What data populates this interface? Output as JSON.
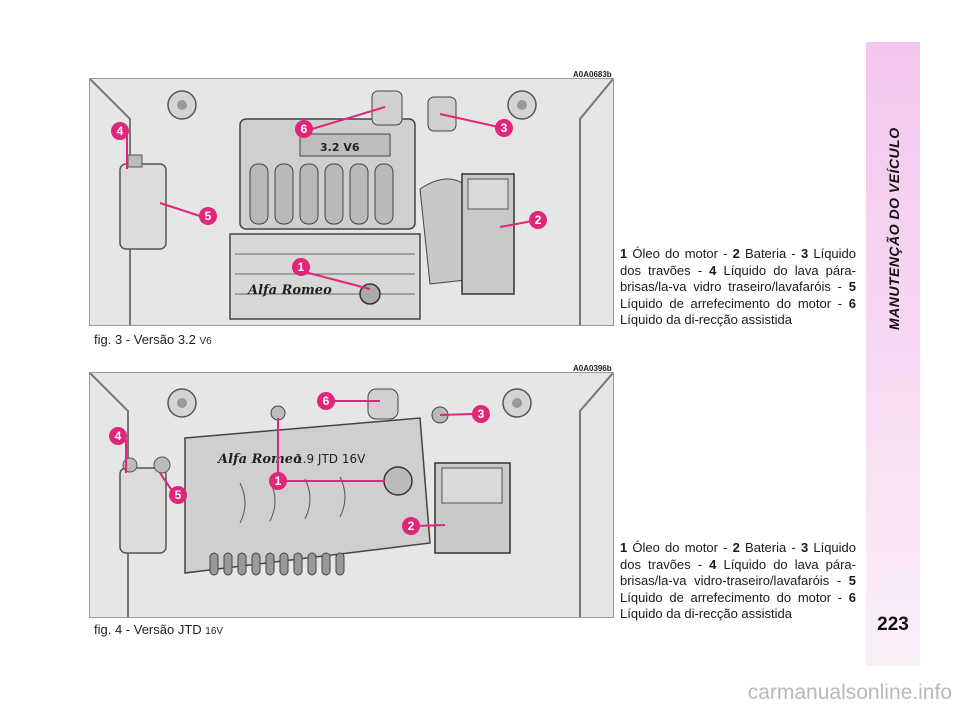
{
  "section_title": "MANUTENÇÃO DO VEÍCULO",
  "page_number": "223",
  "figures": [
    {
      "image_code": "A0A0683b",
      "engine_label": "3.2 V6",
      "brand_logo": "Alfa Romeo",
      "caption_main": "fig. 3 - Versão 3.2 ",
      "caption_small": "V6",
      "callouts": [
        "1",
        "2",
        "3",
        "4",
        "5",
        "6"
      ]
    },
    {
      "image_code": "A0A0396b",
      "engine_label": "1.9  JTD 16V",
      "brand_logo": "Alfa Romeo",
      "caption_main": "fig. 4 - Versão JTD ",
      "caption_small": "16V",
      "callouts": [
        "1",
        "2",
        "3",
        "4",
        "5",
        "6"
      ]
    }
  ],
  "legends": [
    {
      "items": [
        {
          "num": "1",
          "text": " Óleo do motor - "
        },
        {
          "num": "2",
          "text": " Bateria - "
        },
        {
          "num": "3",
          "text": " Líquido dos travões - "
        },
        {
          "num": "4",
          "text": " Líquido do lava pára-brisas/la-va vidro traseiro/lavafaróis - "
        },
        {
          "num": "5",
          "text": " Líquido de arrefecimento do motor - "
        },
        {
          "num": "6",
          "text": " Líquido da di-recção assistida"
        }
      ]
    },
    {
      "items": [
        {
          "num": "1",
          "text": " Óleo do motor - "
        },
        {
          "num": "2",
          "text": " Bateria - "
        },
        {
          "num": "3",
          "text": " Líquido dos travões - "
        },
        {
          "num": "4",
          "text": " Líquido do lava pára-brisas/la-va vidro-traseiro/lavafaróis - "
        },
        {
          "num": "5",
          "text": " Líquido de arrefecimento do motor - "
        },
        {
          "num": "6",
          "text": " Líquido da di-recção assistida"
        }
      ]
    }
  ],
  "watermark": "carmanualsonline.info",
  "colors": {
    "callout": "#e0267a",
    "sidebar_top": "#f3c6ee",
    "sidebar_bottom": "#fbf0fa"
  }
}
